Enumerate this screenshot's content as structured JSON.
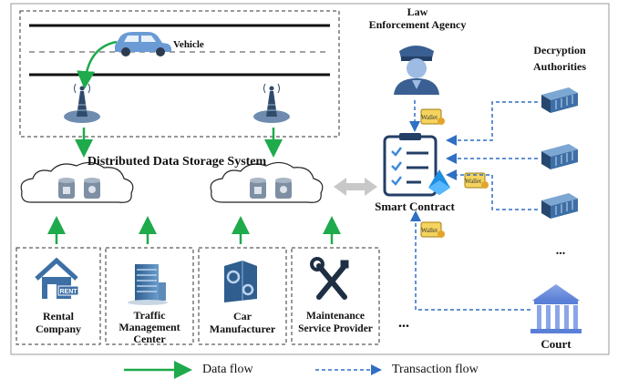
{
  "title_storage": "Distributed Data Storage System",
  "vehicle_label": "Vehicle",
  "law": {
    "line1": "Law",
    "line2": "Enforcement Agency"
  },
  "decryption": {
    "line1": "Decryption",
    "line2": "Authorities"
  },
  "smart_contract": "Smart Contract",
  "court": "Court",
  "ellipsis": "...",
  "wallet_text": "Wallet",
  "rent_sign": "RENT",
  "providers": [
    {
      "line1": "Rental",
      "line2": "Company"
    },
    {
      "line1": "Traffic",
      "line2": "Management",
      "line3": "Center"
    },
    {
      "line1": "Car",
      "line2": "Manufacturer"
    },
    {
      "line1": "Maintenance",
      "line2": "Service Provider"
    }
  ],
  "legend": {
    "data_flow": "Data flow",
    "transaction_flow": "Transaction flow"
  },
  "colors": {
    "data_arrow": "#1faa4b",
    "tx_arrow": "#2f6fc4",
    "icon_blue": "#3d6fa6",
    "bidir_arrow": "#c8c8c8"
  }
}
